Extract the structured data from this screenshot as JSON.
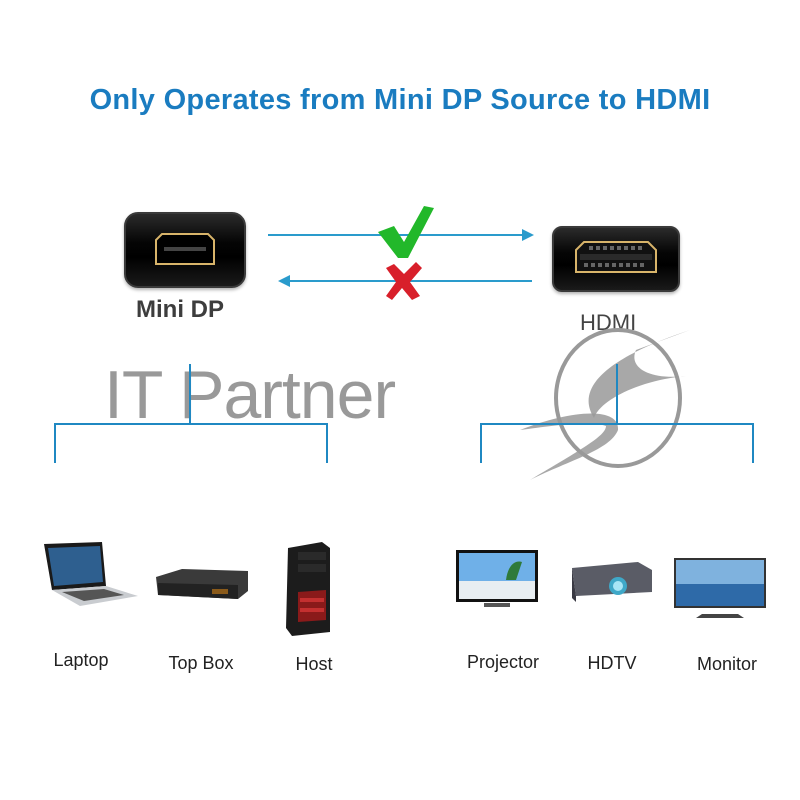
{
  "title": "Only Operates from Mini DP Source to HDMI",
  "source_port": {
    "label": "Mini DP",
    "icon": "mini-displayport-icon"
  },
  "target_port": {
    "label": "HDMI",
    "icon": "hdmi-port-icon"
  },
  "arrows": [
    {
      "direction": "right",
      "status": "supported",
      "mark": "check-icon",
      "color": "#22b82a"
    },
    {
      "direction": "left",
      "status": "not-supported",
      "mark": "cross-icon",
      "color": "#d81f2a"
    }
  ],
  "watermark": "IT Partner",
  "source_devices": [
    {
      "label": "Laptop",
      "icon": "laptop-icon"
    },
    {
      "label": "Top Box",
      "icon": "set-top-box-icon"
    },
    {
      "label": "Host",
      "icon": "pc-tower-icon"
    }
  ],
  "target_devices": [
    {
      "label": "Projector",
      "icon": "tv-icon"
    },
    {
      "label": "HDTV",
      "icon": "projector-icon"
    },
    {
      "label": "Monitor",
      "icon": "monitor-icon"
    }
  ],
  "colors": {
    "title": "#1a7cc0",
    "lines": "#1f88c2",
    "check": "#22b82a",
    "cross": "#d81f2a",
    "port_gold": "#d8b46a"
  }
}
